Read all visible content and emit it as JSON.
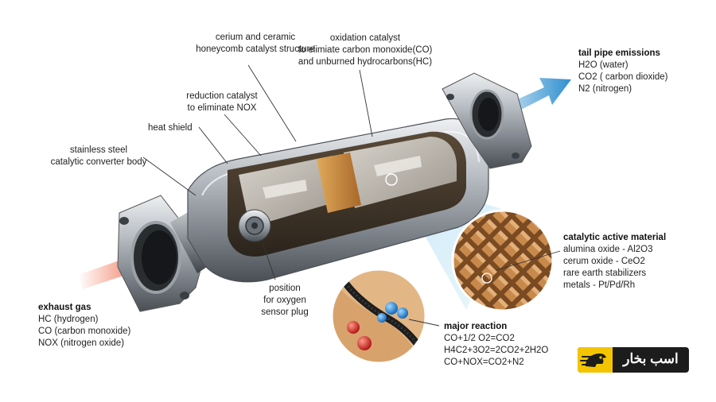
{
  "labels": {
    "honeycomb": [
      "cerium and ceramic",
      "honeycomb catalyst structure"
    ],
    "oxidation": [
      "oxidation catalyst",
      "to elimiate carbon monoxide(CO)",
      "and unburned hydrocarbons(HC)"
    ],
    "reduction": [
      "reduction catalyst",
      "to eliminate NOX"
    ],
    "heat_shield": [
      "heat shield"
    ],
    "body": [
      "stainless steel",
      "catalytic converter body"
    ],
    "sensor": [
      "position",
      "for oxygen",
      "sensor plug"
    ]
  },
  "tail_pipe": {
    "title": "tail pipe emissions",
    "items": [
      "H2O (water)",
      "CO2 ( carbon dioxide)",
      "N2 (nitrogen)"
    ]
  },
  "exhaust": {
    "title": "exhaust gas",
    "items": [
      "HC (hydrogen)",
      "CO (carbon monoxide)",
      "NOX (nitrogen oxide)"
    ]
  },
  "active_material": {
    "title": "catalytic active material",
    "items": [
      "alumina oxide - Al2O3",
      "cerum oxide - CeO2",
      "rare earth stabilizers",
      "metals - Pt/Pd/Rh"
    ]
  },
  "reaction": {
    "title": "major reaction",
    "items": [
      "CO+1/2 O2=CO2",
      "H4C2+3O2=2CO2+2H2O",
      "CO+NOX=CO2+N2"
    ]
  },
  "watermark": {
    "text": "اسب بخار"
  },
  "colors": {
    "exhaust_arrow": "#e8421a",
    "tail_arrow": "#2f8fd0",
    "catalyst_band": "#c8873a",
    "watermark_accent": "#f4c400"
  }
}
